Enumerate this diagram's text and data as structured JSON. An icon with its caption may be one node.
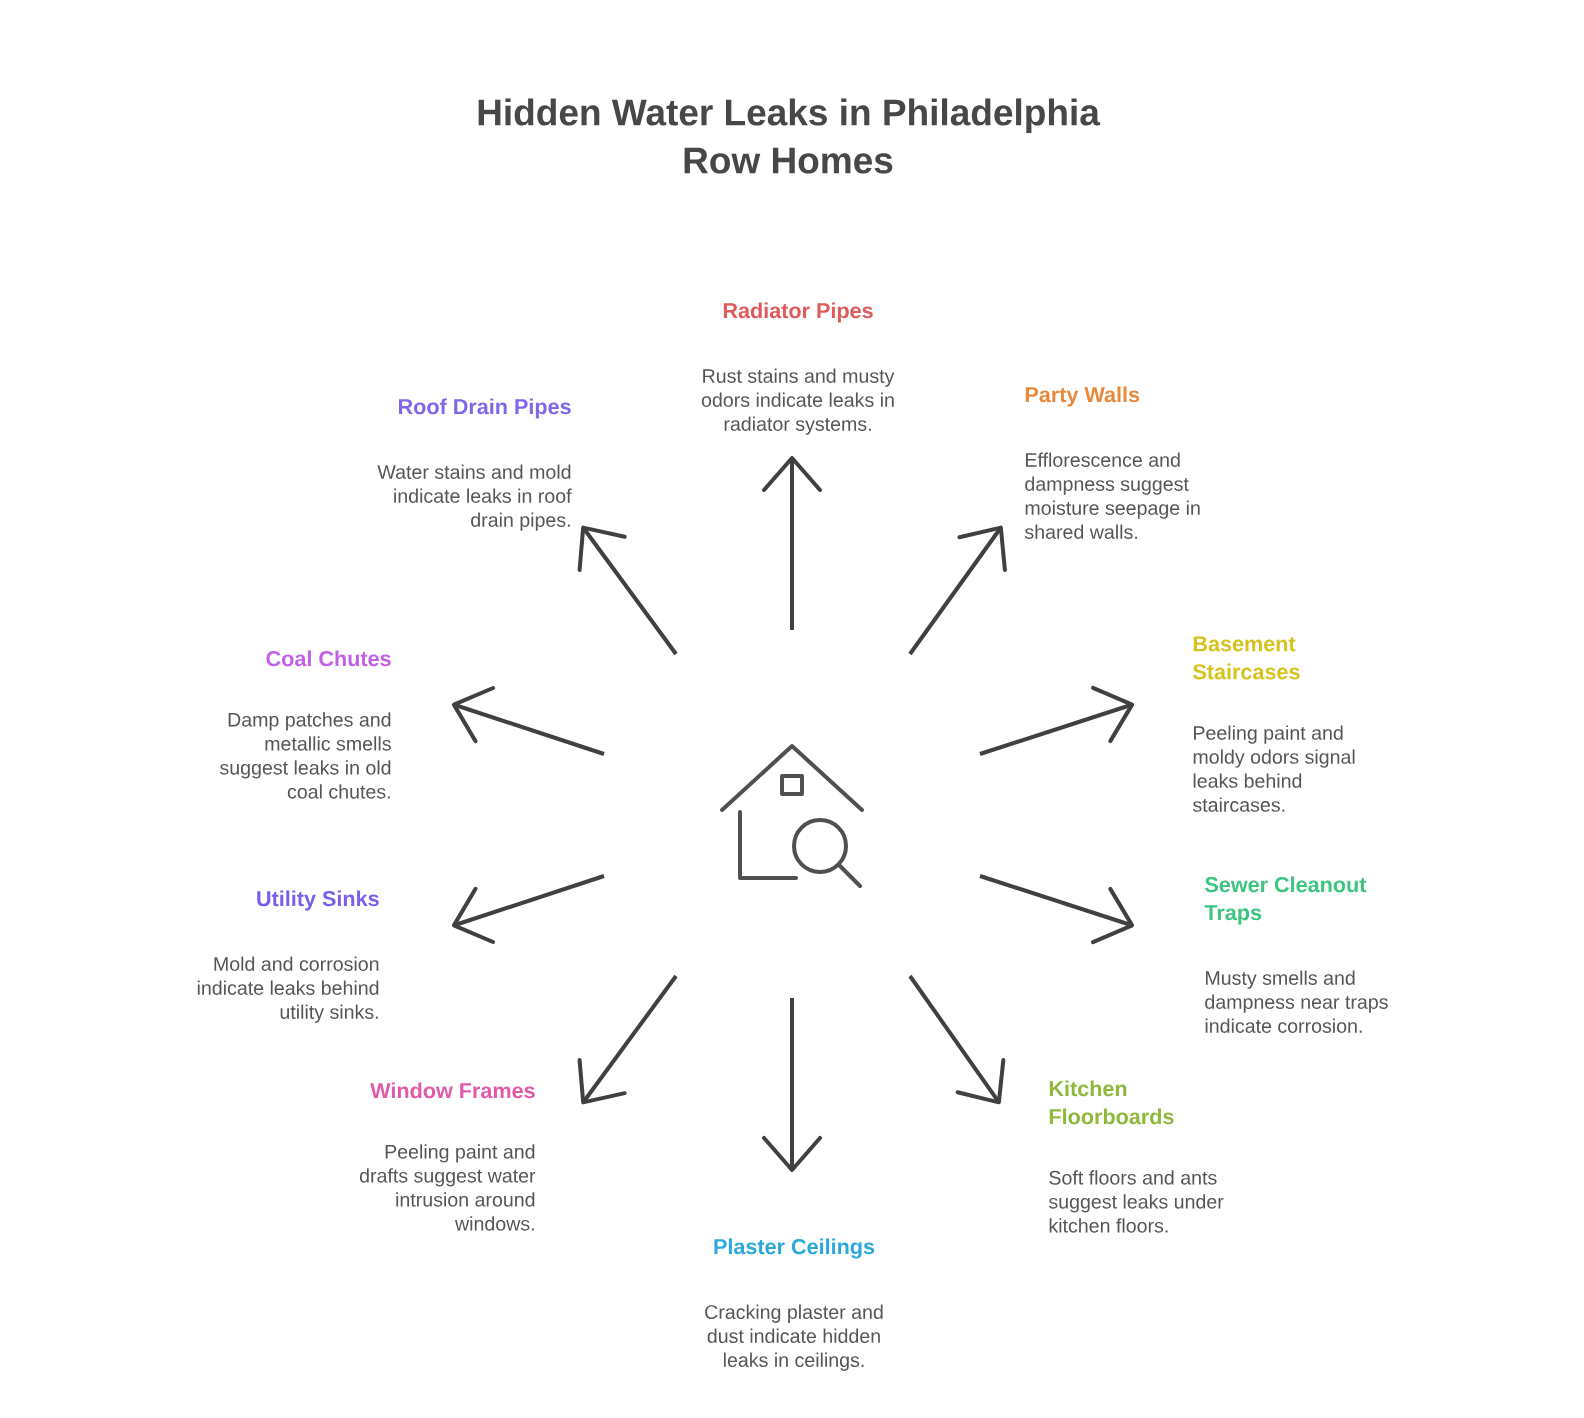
{
  "diagram": {
    "title": "Hidden Water Leaks in Philadelphia Row Homes",
    "nodes": [
      {
        "text": [],
        "shape": "picture"
      },
      {
        "text": [
          "Radiator Pipes",
          "Rust stains and musty odors indicate leaks in radiator systems."
        ]
      },
      {
        "text": [
          "Party Walls",
          "Efflorescence and dampness suggest moisture seepage in shared walls."
        ]
      },
      {
        "text": [
          "Basement Staircases",
          "Peeling paint and moldy odors signal leaks behind staircases."
        ]
      },
      {
        "text": [
          "Sewer Cleanout Traps",
          "Musty smells and dampness near traps indicate corrosion."
        ]
      },
      {
        "text": [
          "Kitchen Floorboards",
          "Soft floors and ants suggest leaks under kitchen floors."
        ]
      },
      {
        "text": [
          "Plaster Ceilings",
          "Cracking plaster and dust indicate hidden leaks in ceilings."
        ]
      },
      {
        "text": [
          "Window Frames",
          "Peeling paint and drafts suggest water intrusion around windows."
        ]
      },
      {
        "text": [
          "Utility Sinks",
          "Mold and corrosion indicate leaks behind utility sinks."
        ]
      },
      {
        "text": [
          "Coal Chutes",
          "Damp patches and metallic smells suggest leaks in old coal chutes."
        ]
      },
      {
        "text": [
          "Roof Drain Pipes",
          "Water stains and mold indicate leaks in roof drain pipes."
        ]
      }
    ],
    "edges": [
      {
        "from": 0,
        "to": 1,
        "arrow": "to"
      },
      {
        "from": 0,
        "to": 2,
        "arrow": "to"
      },
      {
        "from": 0,
        "to": 3,
        "arrow": "to"
      },
      {
        "from": 0,
        "to": 4,
        "arrow": "to"
      },
      {
        "from": 0,
        "to": 5,
        "arrow": "to"
      },
      {
        "from": 0,
        "to": 6,
        "arrow": "to"
      },
      {
        "from": 0,
        "to": 7,
        "arrow": "to"
      },
      {
        "from": 0,
        "to": 8,
        "arrow": "to"
      },
      {
        "from": 0,
        "to": 9,
        "arrow": "to"
      },
      {
        "from": 0,
        "to": 10,
        "arrow": "to"
      }
    ]
  }
}
